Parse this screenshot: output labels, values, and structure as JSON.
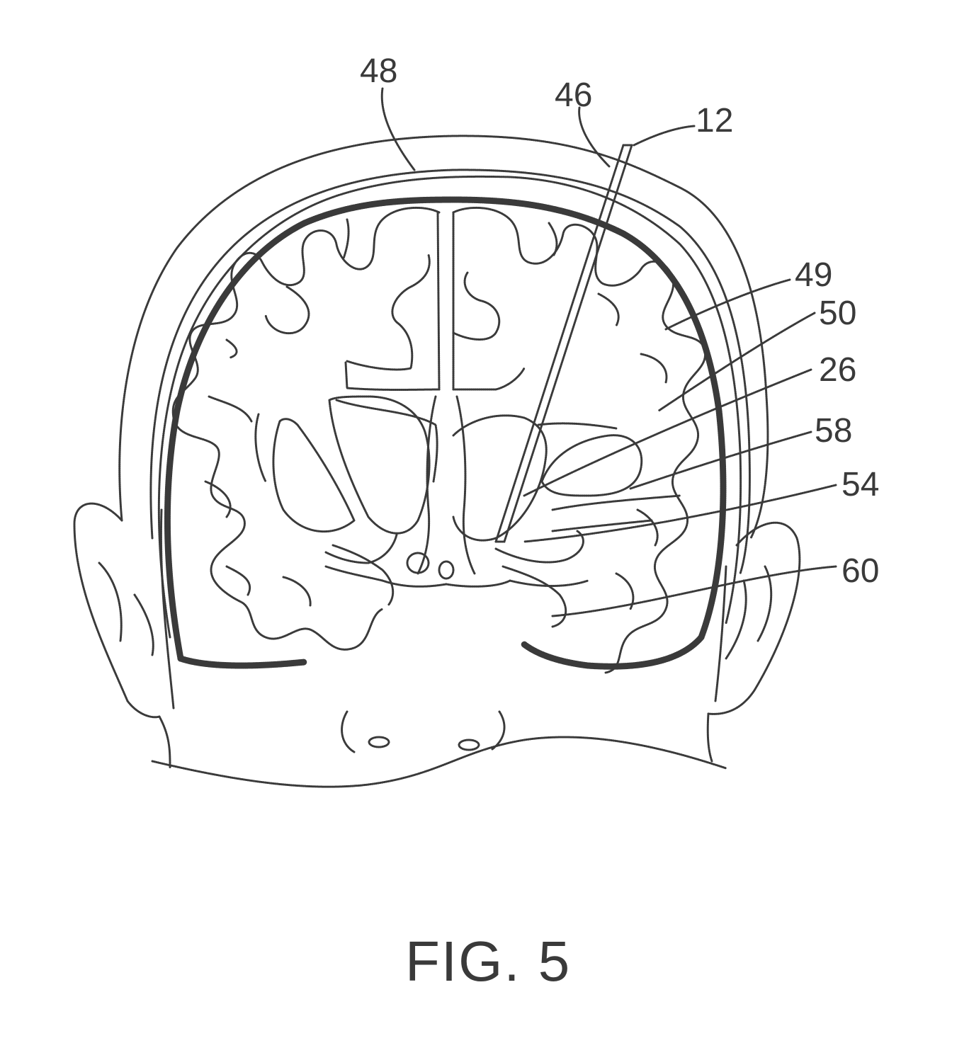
{
  "figure": {
    "caption": "FIG. 5"
  },
  "reference_labels": [
    "48",
    "46",
    "12",
    "49",
    "50",
    "26",
    "58",
    "54",
    "60"
  ]
}
